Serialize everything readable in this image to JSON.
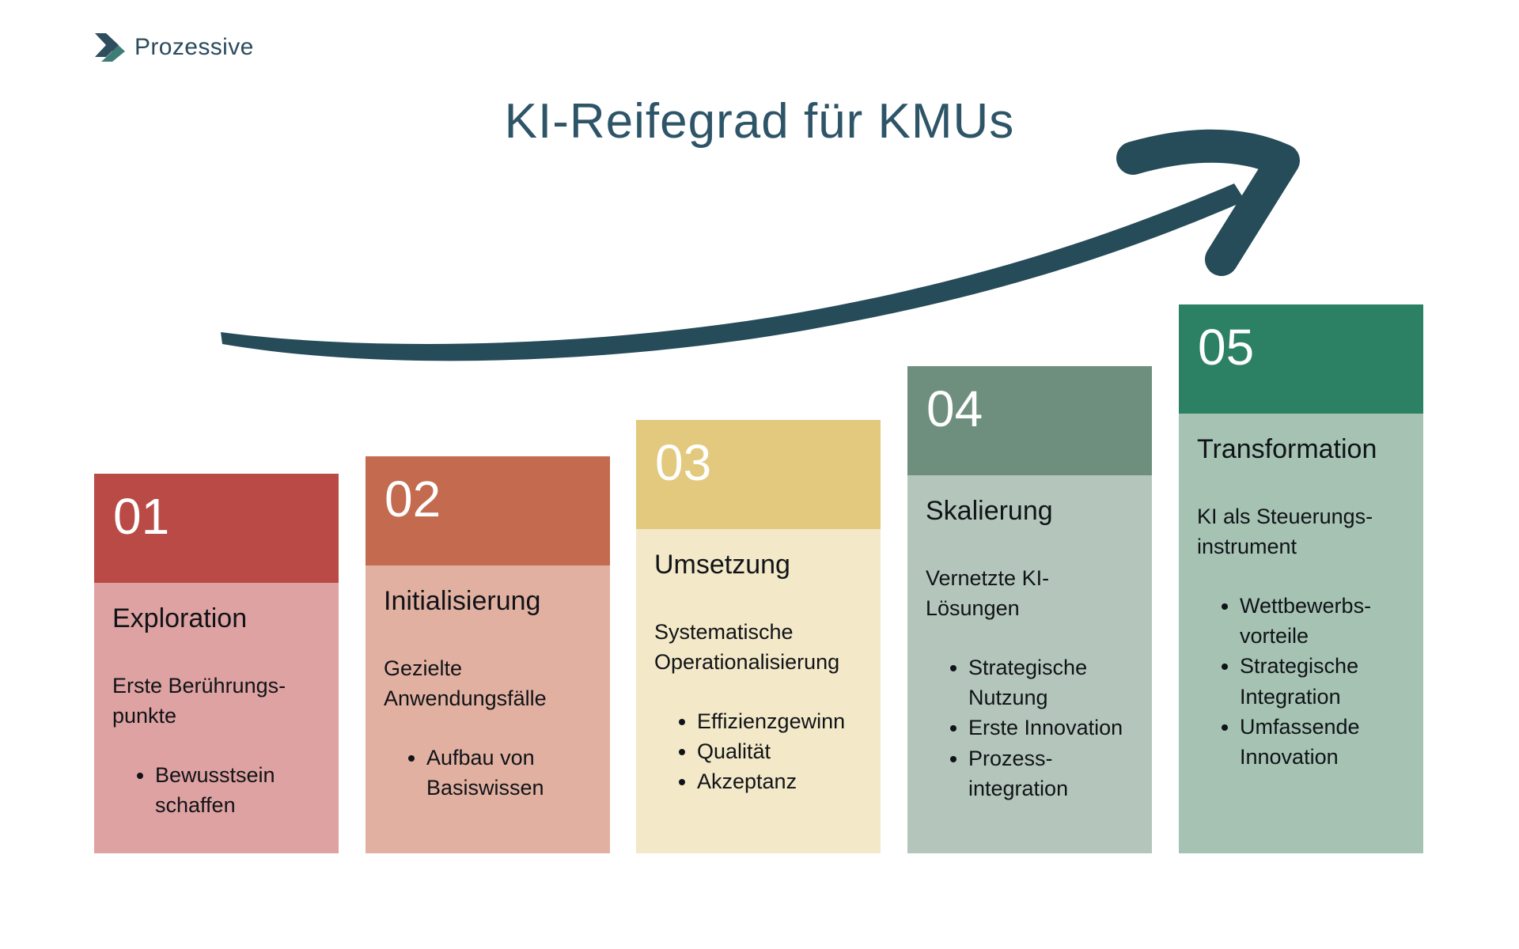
{
  "logo": {
    "brand": "Prozessive",
    "icon": "chevron-right-icon"
  },
  "title": "KI-Reifegrad für KMUs",
  "colors": {
    "background": "#ffffff",
    "title_text": "#2e5468",
    "arrow": "#264b59",
    "logo_text": "#2c4b5c",
    "logo_chevron_navy": "#2e4d5e",
    "logo_chevron_teal": "#3e7d76",
    "number_text": "#ffffff",
    "body_text": "#101317"
  },
  "stages": [
    {
      "number": "01",
      "name": "Exploration",
      "description": "Erste Berührungs-\npunkte",
      "bullets": [
        "Bewusstsein\nschaffen"
      ],
      "header_color": "#b94a46",
      "body_color": "#dfa2a2"
    },
    {
      "number": "02",
      "name": "Initialisierung",
      "description": "Gezielte\nAnwendungsfälle",
      "bullets": [
        "Aufbau von\nBasiswissen"
      ],
      "header_color": "#c36a4f",
      "body_color": "#e2b0a1"
    },
    {
      "number": "03",
      "name": "Umsetzung",
      "description": "Systematische\nOperationalisierung",
      "bullets": [
        "Effizienzgewinn",
        "Qualität",
        "Akzeptanz"
      ],
      "header_color": "#e3c97d",
      "body_color": "#f3e8c8"
    },
    {
      "number": "04",
      "name": "Skalierung",
      "description": "Vernetzte KI-\nLösungen",
      "bullets": [
        "Strategische\nNutzung",
        "Erste Innovation",
        "Prozess-\nintegration"
      ],
      "header_color": "#6e8f7d",
      "body_color": "#b4c6bc"
    },
    {
      "number": "05",
      "name": "Transformation",
      "description": "KI als Steuerungs-\ninstrument",
      "bullets": [
        "Wettbewerbs-\nvorteile",
        "Strategische\nIntegration",
        "Umfassende\nInnovation"
      ],
      "header_color": "#2c8164",
      "body_color": "#a5c2b3"
    }
  ]
}
